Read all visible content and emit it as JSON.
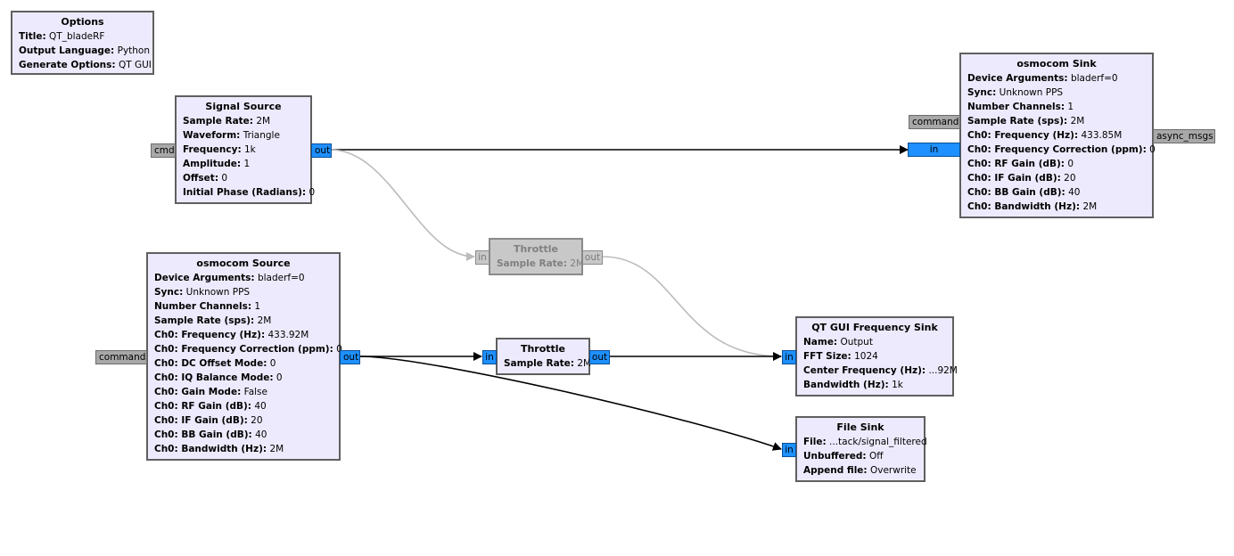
{
  "options": {
    "title": "Options",
    "rows": [
      {
        "k": "Title:",
        "v": "QT_bladeRF"
      },
      {
        "k": "Output Language:",
        "v": "Python"
      },
      {
        "k": "Generate Options:",
        "v": "QT GUI"
      }
    ]
  },
  "signal_source": {
    "title": "Signal Source",
    "rows": [
      {
        "k": "Sample Rate:",
        "v": "2M"
      },
      {
        "k": "Waveform:",
        "v": "Triangle"
      },
      {
        "k": "Frequency:",
        "v": "1k"
      },
      {
        "k": "Amplitude:",
        "v": "1"
      },
      {
        "k": "Offset:",
        "v": "0"
      },
      {
        "k": "Initial Phase (Radians):",
        "v": "0"
      }
    ],
    "in_port": "cmd",
    "out_port": "out"
  },
  "osmocom_sink": {
    "title": "osmocom Sink",
    "rows": [
      {
        "k": "Device Arguments:",
        "v": "bladerf=0"
      },
      {
        "k": "Sync:",
        "v": "Unknown PPS"
      },
      {
        "k": "Number Channels:",
        "v": "1"
      },
      {
        "k": "Sample Rate (sps):",
        "v": "2M"
      },
      {
        "k": "Ch0: Frequency (Hz):",
        "v": "433.85M"
      },
      {
        "k": "Ch0: Frequency Correction (ppm):",
        "v": "0"
      },
      {
        "k": "Ch0: RF Gain (dB):",
        "v": "0"
      },
      {
        "k": "Ch0: IF Gain (dB):",
        "v": "20"
      },
      {
        "k": "Ch0: BB Gain (dB):",
        "v": "40"
      },
      {
        "k": "Ch0: Bandwidth (Hz):",
        "v": "2M"
      }
    ],
    "cmd_port": "command",
    "in_port": "in",
    "out_port": "async_msgs"
  },
  "throttle_disabled": {
    "title": "Throttle",
    "rows": [
      {
        "k": "Sample Rate:",
        "v": "2M"
      }
    ],
    "in_port": "in",
    "out_port": "out"
  },
  "osmocom_source": {
    "title": "osmocom Source",
    "rows": [
      {
        "k": "Device Arguments:",
        "v": "bladerf=0"
      },
      {
        "k": "Sync:",
        "v": "Unknown PPS"
      },
      {
        "k": "Number Channels:",
        "v": "1"
      },
      {
        "k": "Sample Rate (sps):",
        "v": "2M"
      },
      {
        "k": "Ch0: Frequency (Hz):",
        "v": "433.92M"
      },
      {
        "k": "Ch0: Frequency Correction (ppm):",
        "v": "0"
      },
      {
        "k": "Ch0: DC Offset Mode:",
        "v": "0"
      },
      {
        "k": "Ch0: IQ Balance Mode:",
        "v": "0"
      },
      {
        "k": "Ch0: Gain Mode:",
        "v": "False"
      },
      {
        "k": "Ch0: RF Gain (dB):",
        "v": "40"
      },
      {
        "k": "Ch0: IF Gain (dB):",
        "v": "20"
      },
      {
        "k": "Ch0: BB Gain (dB):",
        "v": "40"
      },
      {
        "k": "Ch0: Bandwidth (Hz):",
        "v": "2M"
      }
    ],
    "cmd_port": "command",
    "out_port": "out"
  },
  "throttle": {
    "title": "Throttle",
    "rows": [
      {
        "k": "Sample Rate:",
        "v": "2M"
      }
    ],
    "in_port": "in",
    "out_port": "out"
  },
  "qt_freq_sink": {
    "title": "QT GUI Frequency Sink",
    "rows": [
      {
        "k": "Name:",
        "v": "Output"
      },
      {
        "k": "FFT Size:",
        "v": "1024"
      },
      {
        "k": "Center Frequency (Hz):",
        "v": "...92M"
      },
      {
        "k": "Bandwidth (Hz):",
        "v": "1k"
      }
    ],
    "in_port": "in"
  },
  "file_sink": {
    "title": "File Sink",
    "rows": [
      {
        "k": "File:",
        "v": "...tack/signal_filtered"
      },
      {
        "k": "Unbuffered:",
        "v": "Off"
      },
      {
        "k": "Append file:",
        "v": "Overwrite"
      }
    ],
    "in_port": "in"
  },
  "colors": {
    "block_bg": "#eeeafd",
    "stream_port": "#1e90ff",
    "message_port": "#a8a8a8",
    "disabled": "#c8c8c8",
    "wire": "#000000",
    "disabled_wire": "#bbbbbb"
  }
}
